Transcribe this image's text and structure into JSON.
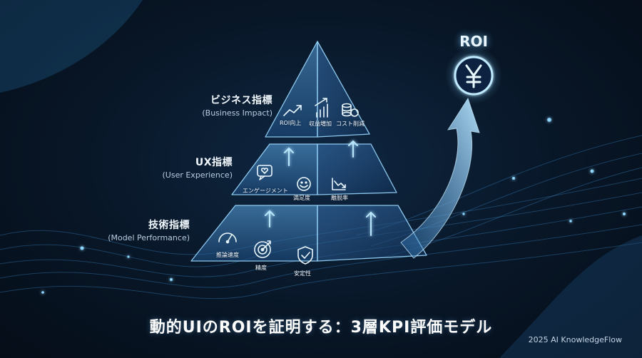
{
  "title": "動的UIのROIを証明する：3層KPI評価モデル",
  "credit": "2025 AI KnowledgeFlow",
  "roi": {
    "label": "ROI",
    "icon": "yen-coin-icon"
  },
  "tiers": [
    {
      "name": "ビジネス指標",
      "subtitle": "(Business Impact)",
      "metrics": [
        {
          "label": "ROI向上",
          "icon": "trend-up-icon"
        },
        {
          "label": "収益増加",
          "icon": "bar-growth-icon"
        },
        {
          "label": "コスト削減",
          "icon": "coin-stack-icon"
        }
      ]
    },
    {
      "name": "UX指標",
      "subtitle": "(User Experience)",
      "metrics": [
        {
          "label": "エンゲージメント",
          "icon": "chat-heart-icon"
        },
        {
          "label": "満足度",
          "icon": "smile-icon"
        },
        {
          "label": "離脱率",
          "icon": "trend-down-icon"
        }
      ]
    },
    {
      "name": "技術指標",
      "subtitle": "(Model Performance)",
      "metrics": [
        {
          "label": "推論速度",
          "icon": "speedometer-icon"
        },
        {
          "label": "精度",
          "icon": "target-icon"
        },
        {
          "label": "安定性",
          "icon": "shield-check-icon"
        }
      ]
    }
  ],
  "colors": {
    "accent": "#6cc4ff",
    "background": "#081626"
  }
}
